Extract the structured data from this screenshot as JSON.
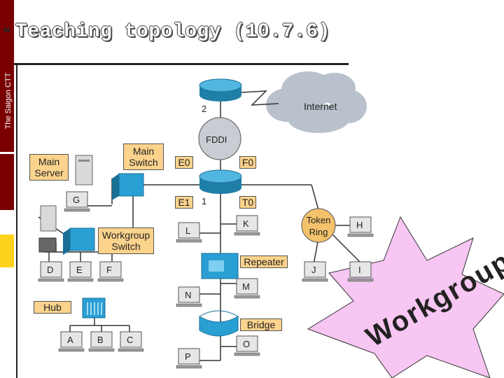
{
  "title": "Teaching topology (10.7.6)",
  "bullet": "❝",
  "sidebar_text": "The Saigon CTT",
  "colors": {
    "bar_red": "#7a0000",
    "bar_yellow": "#ffd21c",
    "label": "#fcd38c",
    "star": "#f7c6f2",
    "cloud": "#b9c2cc"
  },
  "labels": {
    "main_server": "Main Server",
    "main_switch": "Main Switch",
    "workgroup_switch": "Workgroup Switch",
    "repeater": "Repeater",
    "bridge": "Bridge",
    "hub": "Hub",
    "token_ring": "Token Ring",
    "fddi": "FDDI",
    "internet": "Internet",
    "e0": "E0",
    "f0": "F0",
    "e1": "E1",
    "t0": "T0",
    "router_1": "1",
    "router_2": "2"
  },
  "hosts": {
    "g": "G",
    "l": "L",
    "k": "K",
    "h": "H",
    "d": "D",
    "e": "E",
    "f": "F",
    "j": "J",
    "i": "I",
    "n": "N",
    "m": "M",
    "a": "A",
    "b": "B",
    "c": "C",
    "o": "O",
    "p": "P"
  },
  "workgroup_word": "Workgroup"
}
